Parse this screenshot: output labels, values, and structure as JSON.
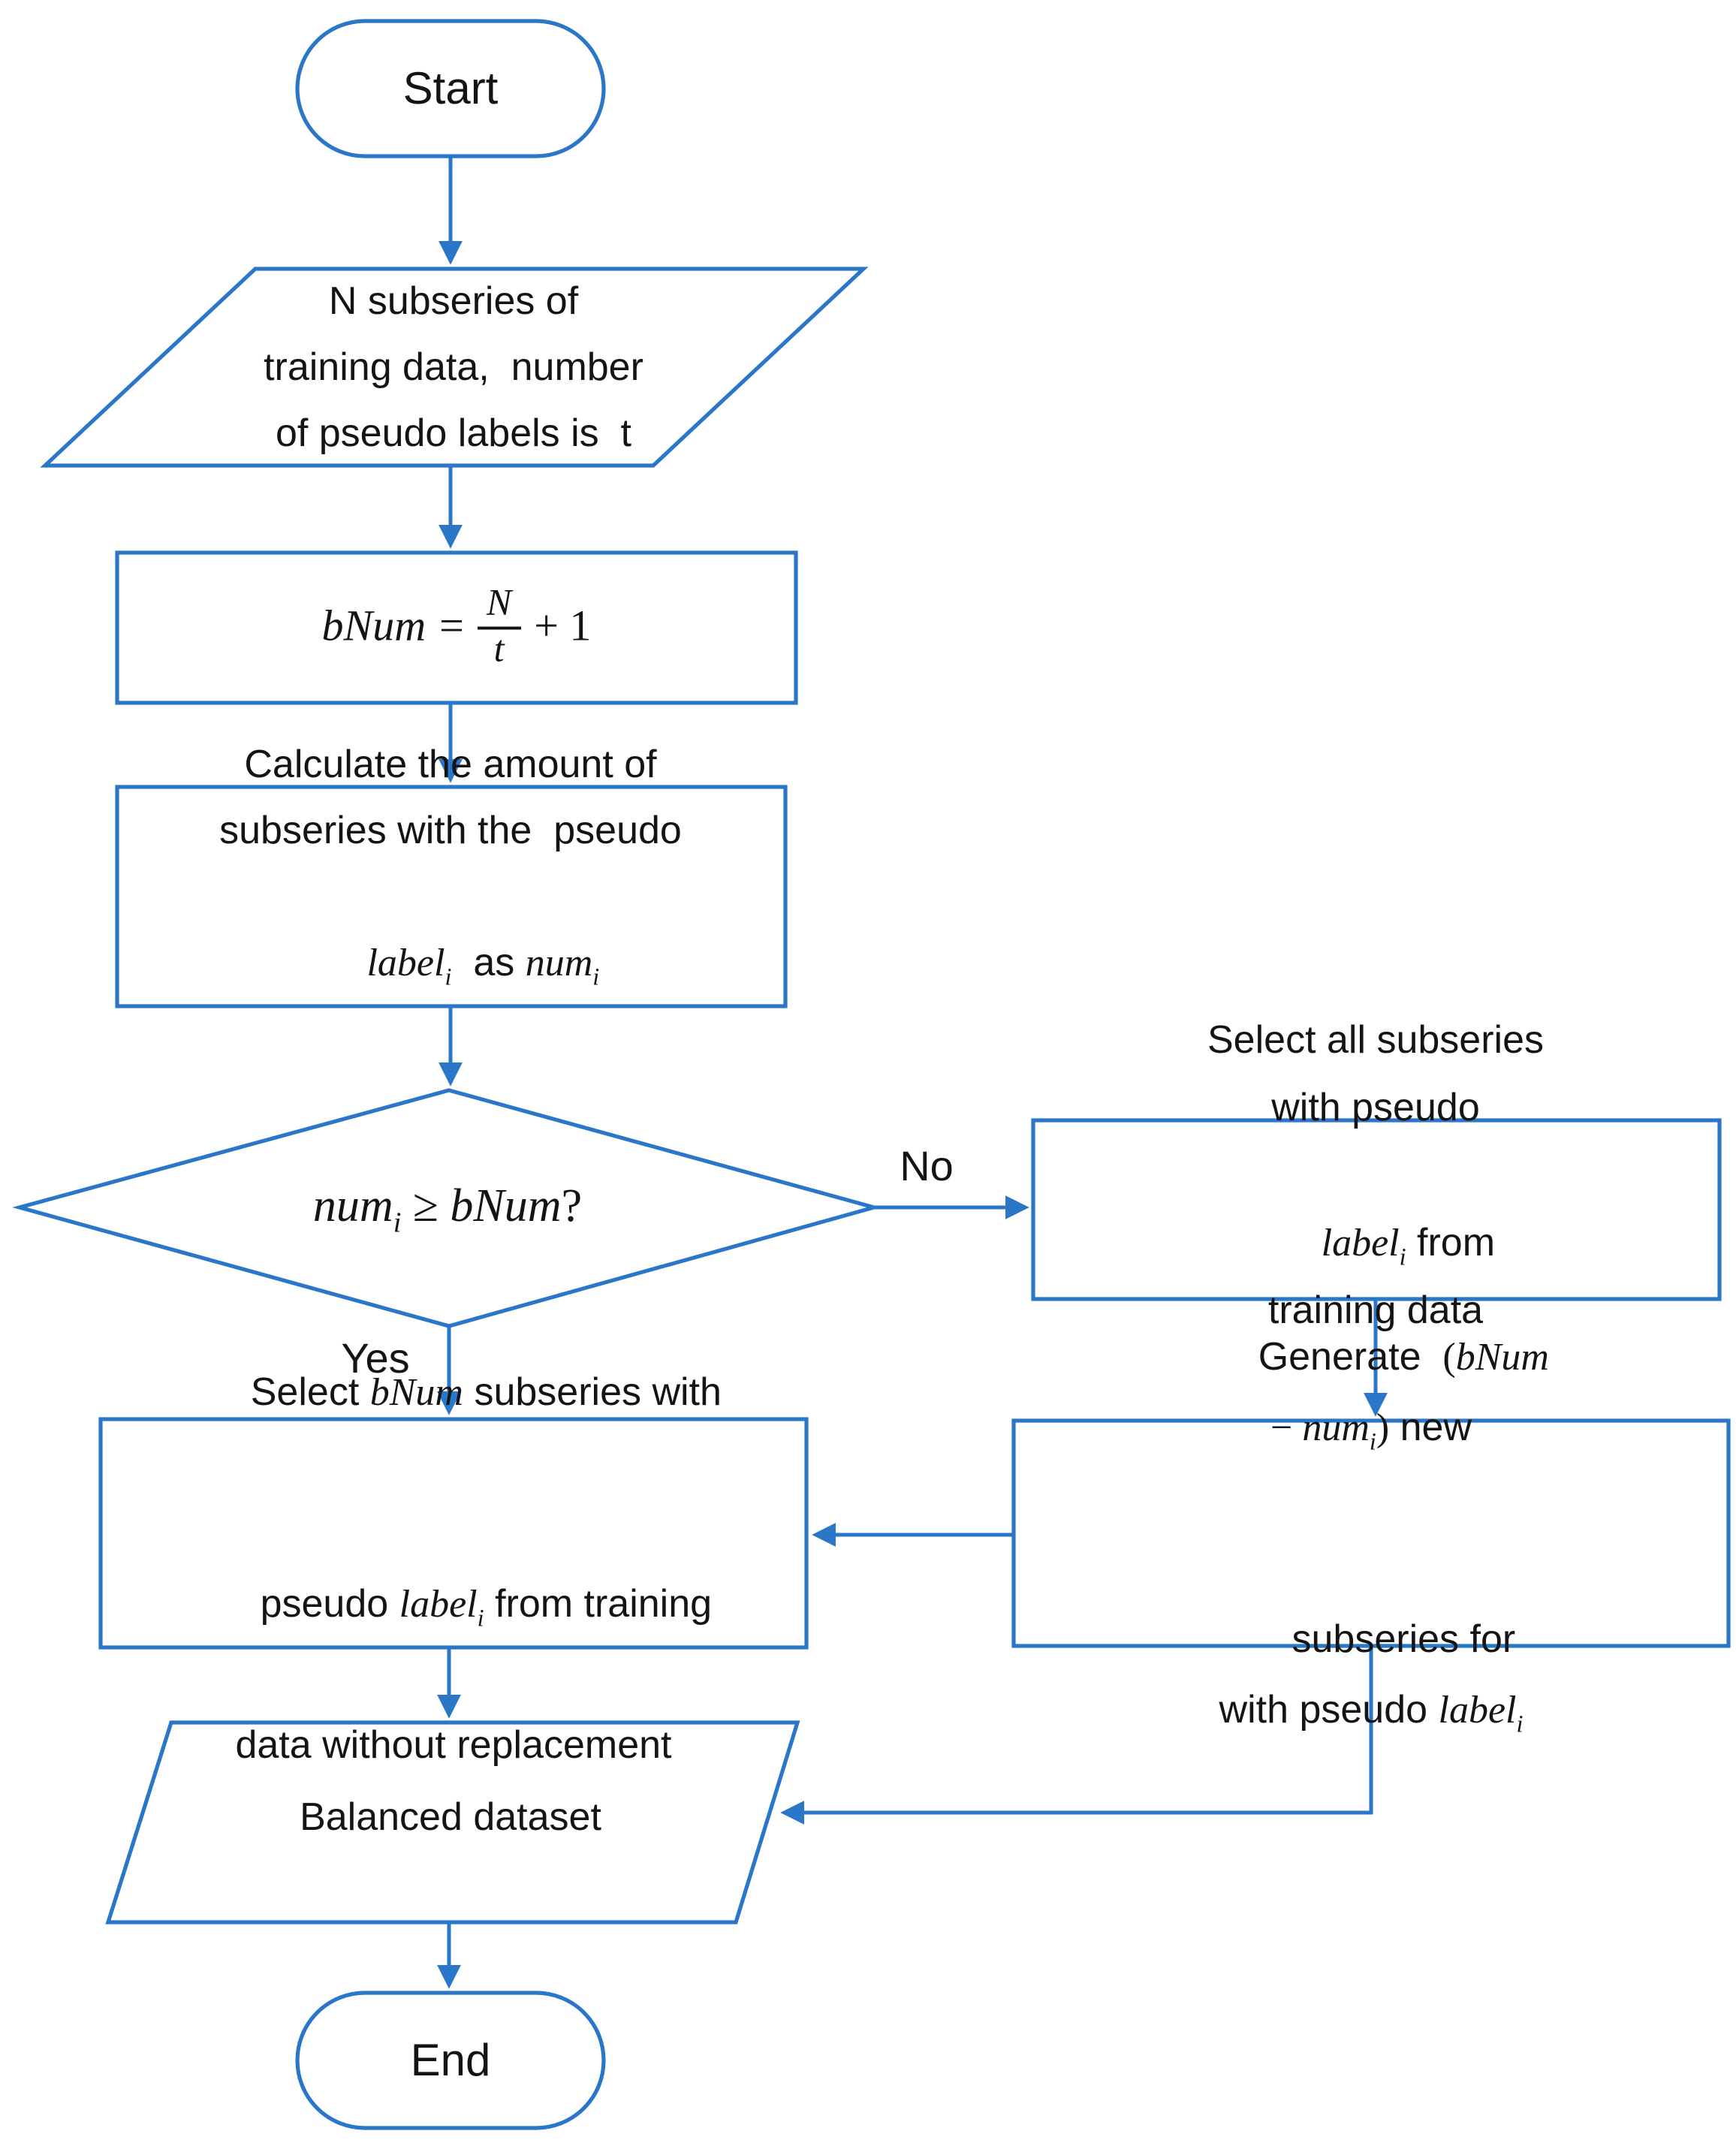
{
  "colors": {
    "line": "#2A76C9",
    "text": "#141414"
  },
  "edge_labels": {
    "no": "No",
    "yes": "Yes"
  },
  "nodes": {
    "start": {
      "label": "Start"
    },
    "input": {
      "line1": "N subseries of",
      "line2": "training data,  number",
      "line3": "of pseudo labels is  t"
    },
    "formula": {
      "lhs": "bNum",
      "equals": "=",
      "numerator": "N",
      "denominator": "t",
      "tail": "+ 1"
    },
    "calc": {
      "line1": "Calculate the amount of",
      "line2": "subseries with the  pseudo",
      "var1": "label",
      "sub1": "i",
      "mid": "  as ",
      "var2": "num",
      "sub2": "i"
    },
    "decision": {
      "var1": "num",
      "sub1": "i",
      "op": " ≥ ",
      "var2": "bNum",
      "tail": "?"
    },
    "select_all": {
      "line1": "Select all subseries with pseudo",
      "var1": "label",
      "sub1": "i",
      "rest": " from training data"
    },
    "select_bnum": {
      "pre1": "Select ",
      "var1": "bNum",
      "post1": " subseries with",
      "pre2": "pseudo ",
      "var2": "label",
      "sub2": "i",
      "post2": " from training",
      "line3": "data without replacement"
    },
    "generate": {
      "pre1": "Generate  ",
      "open": "(",
      "var1": "bNum",
      "minus": " − ",
      "var2": "num",
      "sub2": "i",
      "close": ")",
      "post1": " new",
      "pre2": "subseries for with pseudo ",
      "var3": "label",
      "sub3": "i"
    },
    "balanced": {
      "label": "Balanced dataset"
    },
    "end": {
      "label": "End"
    }
  }
}
